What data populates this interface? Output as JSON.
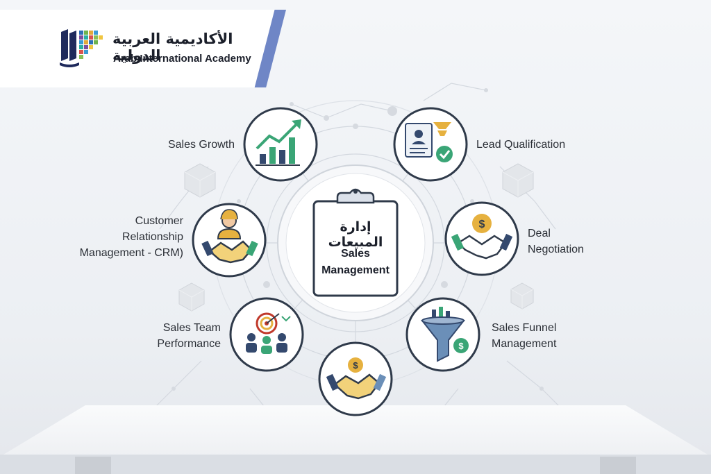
{
  "brand": {
    "name_ar": "الأكاديمية العربية الدولية",
    "name_en": "Arab International Academy"
  },
  "center": {
    "title_ar": "إدارة المبيعات",
    "title_en": "Sales\nManagement"
  },
  "nodes": [
    {
      "id": "sales-growth",
      "label": "Sales Growth",
      "icon": "growth-chart-icon"
    },
    {
      "id": "lead-qualification",
      "label": "Lead Qualification",
      "icon": "lead-profile-icon"
    },
    {
      "id": "deal-negotiation",
      "label": "Deal\nNegotiation",
      "icon": "money-handshake-icon"
    },
    {
      "id": "sales-funnel-management",
      "label": "Sales Funnel\nManagement",
      "icon": "funnel-icon"
    },
    {
      "id": "closing-deal",
      "label": "",
      "icon": "handshake-icon"
    },
    {
      "id": "sales-team-performance",
      "label": "Sales Team\nPerformance",
      "icon": "team-target-icon"
    },
    {
      "id": "crm",
      "label": "Customer\nRelationship\nManagement - CRM)",
      "icon": "customer-handshake-icon"
    }
  ],
  "colors": {
    "accent_blue": "#6f86c6",
    "icon_green": "#3aa576",
    "icon_navy": "#34496e",
    "icon_gold": "#e6b13f",
    "ring_border": "#2f3a4a"
  }
}
